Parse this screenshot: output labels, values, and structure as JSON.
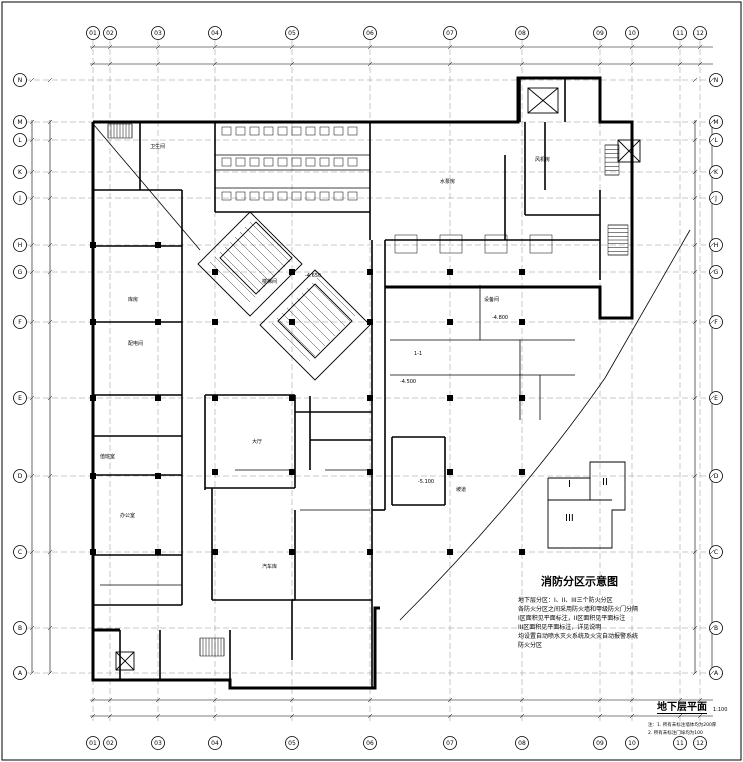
{
  "drawing": {
    "title": "地下层平面",
    "scale_text": "1:100",
    "notes": [
      "注：1. 所有未标注墙体均为200厚",
      "2. 所有未标注门垛均为100"
    ]
  },
  "legend": {
    "title": "消防分区示意图",
    "lines": [
      "地下层分区：I、II、III三个防火分区",
      "各防火分区之间采用防火墙和甲级防火门分隔",
      "I区面积见平面标注，II区面积见平面标注",
      "III区面积见平面标注，详见说明",
      "均设置自动喷水灭火系统及火灾自动报警系统",
      "防火分区"
    ],
    "zones": [
      "I",
      "II",
      "III"
    ]
  },
  "grid": {
    "columns": [
      "01",
      "02",
      "03",
      "04",
      "05",
      "06",
      "07",
      "08",
      "09",
      "10",
      "11",
      "12"
    ],
    "rows": [
      "A",
      "B",
      "C",
      "D",
      "E",
      "F",
      "G",
      "H",
      "J",
      "K",
      "L",
      "M",
      "N"
    ]
  },
  "labels": {
    "elev_main": "-4.800",
    "elev_a": "-4.500",
    "elev_b": "-5.100",
    "elev_c": "-4.650",
    "room_wc": "卫生间",
    "room_stair": "楼梯间",
    "room_pump": "水泵房",
    "room_fan": "风机房",
    "room_store": "库房",
    "room_elec": "配电间",
    "room_office": "办公室",
    "room_parking": "汽车库",
    "room_hall": "大厅",
    "room_equip": "设备间",
    "room_duty": "值班室",
    "ramp": "坡道",
    "sec_mark": "1-1"
  }
}
